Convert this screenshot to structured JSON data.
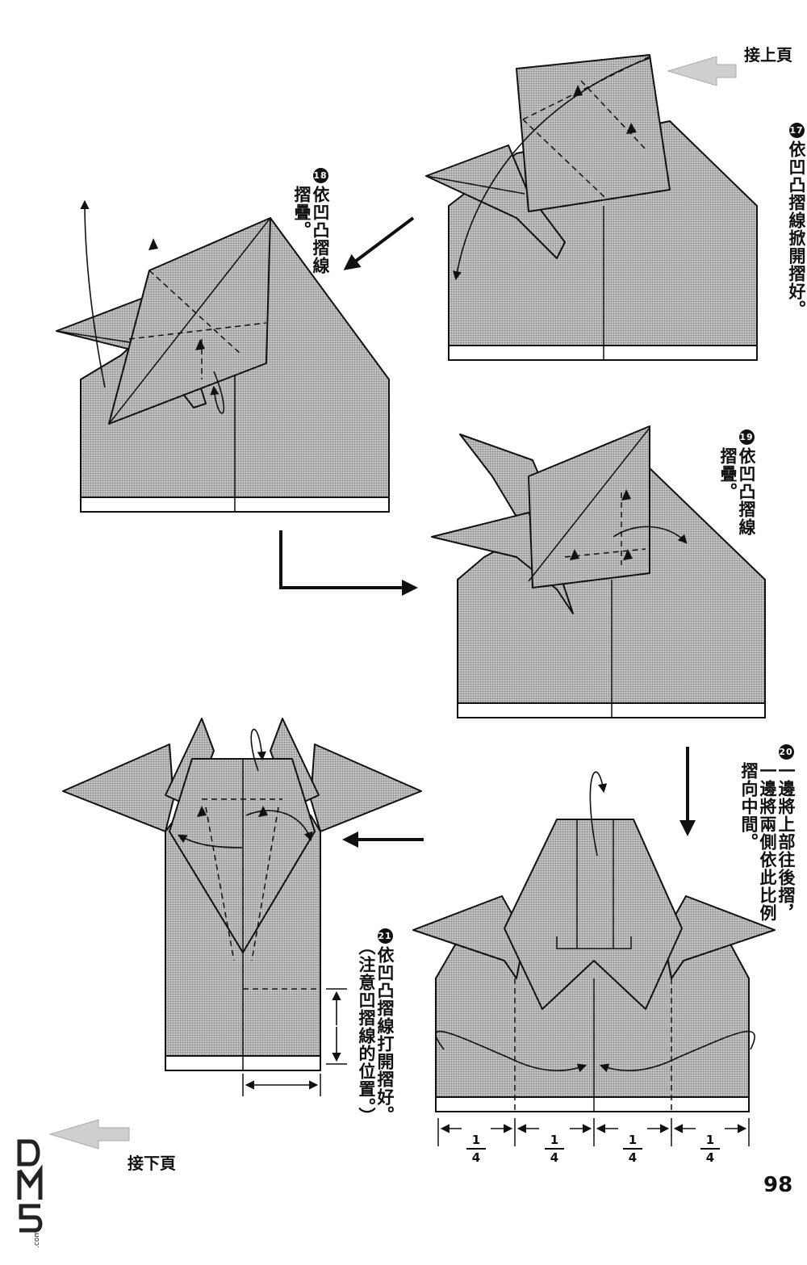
{
  "nav": {
    "continue_from": "接上頁",
    "continue_to": "接下頁"
  },
  "steps": [
    {
      "number": "17",
      "text": "依凹凸摺線掀開摺好。"
    },
    {
      "number": "18",
      "line1": "依凹凸摺線",
      "line2": "摺疊。"
    },
    {
      "number": "19",
      "line1": "依凹凸摺線",
      "line2": "摺疊。"
    },
    {
      "number": "20",
      "line1": "一邊將上部往後摺，",
      "line2": "一邊將兩側依此比例",
      "line3": "摺向中間。"
    },
    {
      "number": "21",
      "line1": "依凹凸摺線打開摺好。",
      "line2": "（注意凹摺線的位置。）"
    }
  ],
  "fractions": [
    {
      "numerator": "1",
      "denominator": "4"
    },
    {
      "numerator": "1",
      "denominator": "4"
    },
    {
      "numerator": "1",
      "denominator": "4"
    },
    {
      "numerator": "1",
      "denominator": "4"
    }
  ],
  "page_number": "98",
  "watermark": "DM5.com",
  "colors": {
    "paper_fill": "#b8b8b8",
    "ink": "#111111",
    "arrow_gray": "#c8c8c8"
  }
}
